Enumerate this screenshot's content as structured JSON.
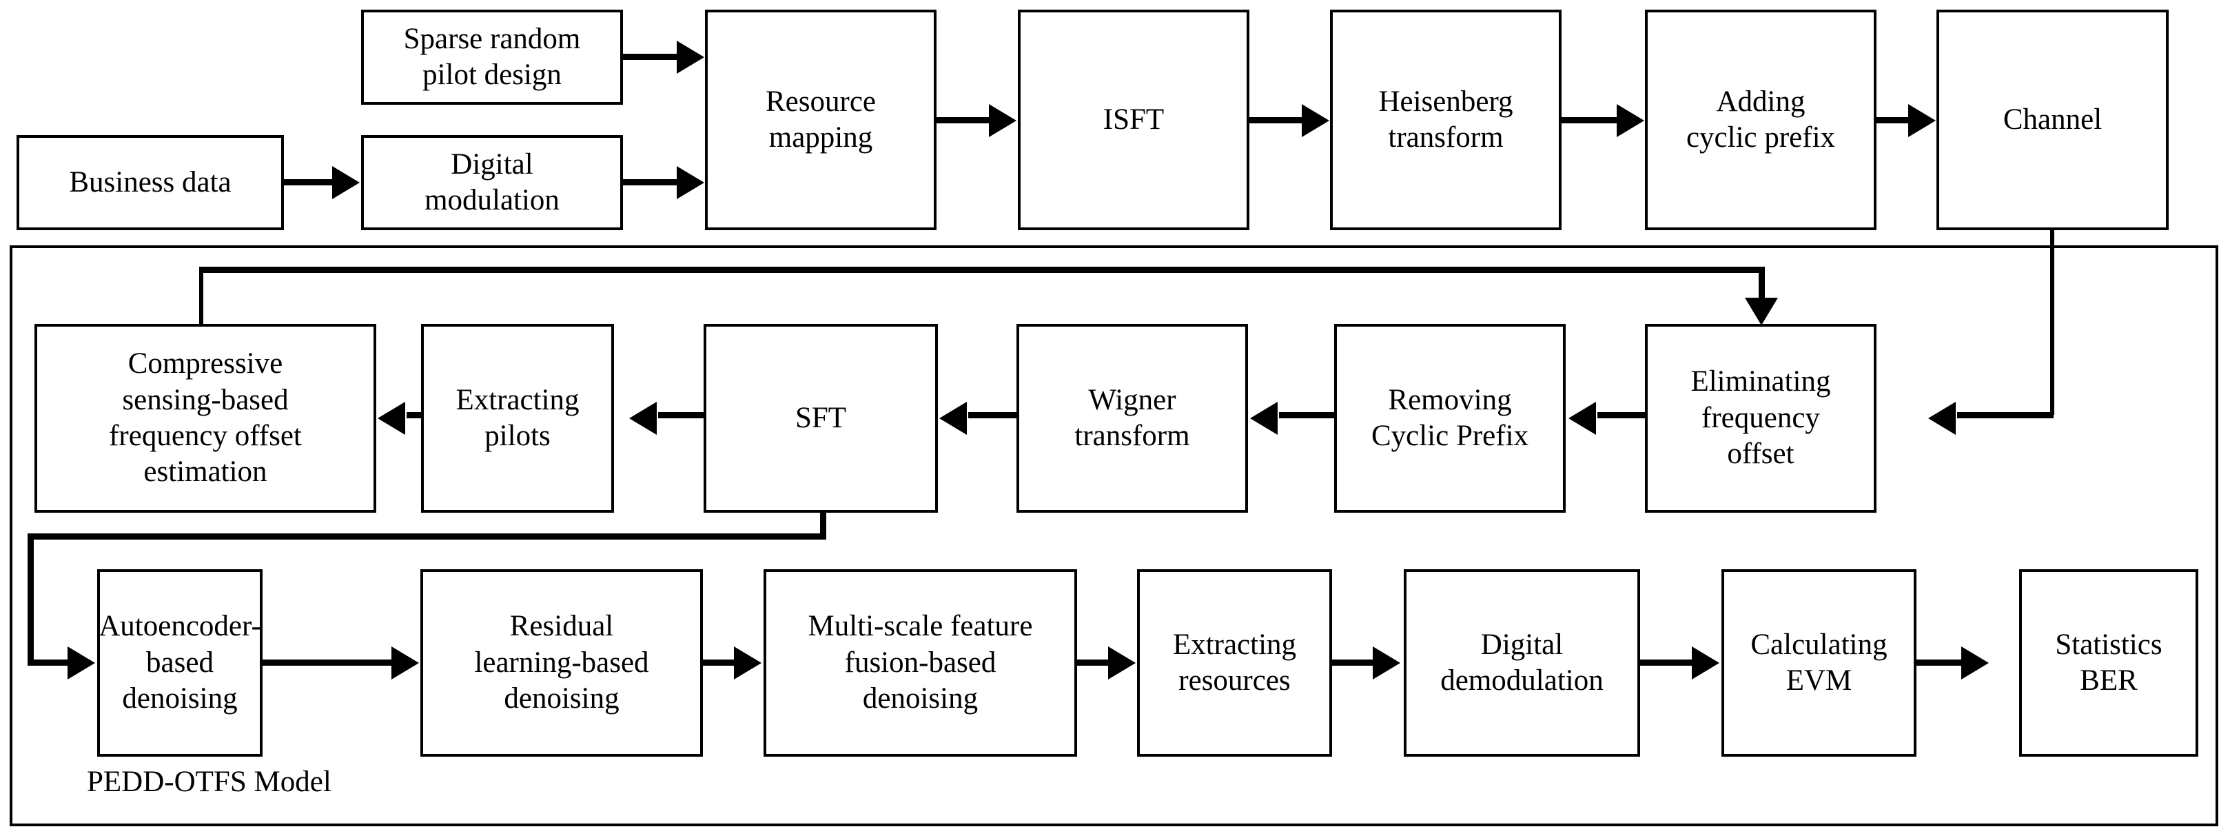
{
  "diagram": {
    "title": "PEDD-OTFS Model",
    "model_label": "PEDD-OTFS Model",
    "colors": {
      "stroke": "#000000",
      "fill": "#ffffff",
      "text": "#000000"
    },
    "rows": [
      {
        "name": "transmitter-chain",
        "blocks": [
          {
            "id": "business-data",
            "label": "Business data"
          },
          {
            "id": "sparse-random-pilot",
            "label": "Sparse random\npilot design"
          },
          {
            "id": "digital-modulation",
            "label": "Digital\nmodulation"
          },
          {
            "id": "resource-mapping",
            "label": "Resource\nmapping"
          },
          {
            "id": "isft",
            "label": "ISFT"
          },
          {
            "id": "heisenberg-transform",
            "label": "Heisenberg\ntransform"
          },
          {
            "id": "adding-cyclic-prefix",
            "label": "Adding\ncyclic prefix"
          },
          {
            "id": "channel",
            "label": "Channel"
          }
        ]
      },
      {
        "name": "receiver-chain",
        "blocks": [
          {
            "id": "compressive-sensing-freq-offset",
            "label": "Compressive\nsensing-based\nfrequency offset\nestimation"
          },
          {
            "id": "extracting-pilots",
            "label": "Extracting\npilots"
          },
          {
            "id": "sft",
            "label": "SFT"
          },
          {
            "id": "wigner-transform",
            "label": "Wigner\ntransform"
          },
          {
            "id": "removing-cyclic-prefix",
            "label": "Removing\nCyclic Prefix"
          },
          {
            "id": "eliminating-frequency-offset",
            "label": "Eliminating\nfrequency\noffset"
          }
        ]
      },
      {
        "name": "denoising-chain",
        "blocks": [
          {
            "id": "autoencoder-denoising",
            "label": "Autoencoder-\nbased denoising"
          },
          {
            "id": "residual-denoising",
            "label": "Residual\nlearning-based\ndenoising"
          },
          {
            "id": "multiscale-denoising",
            "label": "Multi-scale feature\nfusion-based\ndenoising"
          },
          {
            "id": "extracting-resources",
            "label": "Extracting\nresources"
          },
          {
            "id": "digital-demodulation",
            "label": "Digital\ndemodulation"
          },
          {
            "id": "calculating-evm",
            "label": "Calculating\nEVM"
          },
          {
            "id": "statistics-ber",
            "label": "Statistics\nBER"
          }
        ]
      }
    ],
    "connections": [
      {
        "from": "business-data",
        "to": "digital-modulation",
        "kind": "arrow-right"
      },
      {
        "from": "sparse-random-pilot",
        "to": "resource-mapping",
        "kind": "arrow-right"
      },
      {
        "from": "digital-modulation",
        "to": "resource-mapping",
        "kind": "arrow-right"
      },
      {
        "from": "resource-mapping",
        "to": "isft",
        "kind": "arrow-right"
      },
      {
        "from": "isft",
        "to": "heisenberg-transform",
        "kind": "arrow-right"
      },
      {
        "from": "heisenberg-transform",
        "to": "adding-cyclic-prefix",
        "kind": "arrow-right"
      },
      {
        "from": "adding-cyclic-prefix",
        "to": "channel",
        "kind": "arrow-right"
      },
      {
        "from": "channel",
        "to": "eliminating-frequency-offset",
        "kind": "routed-down-left-arrow-left"
      },
      {
        "from": "eliminating-frequency-offset",
        "to": "removing-cyclic-prefix",
        "kind": "arrow-left"
      },
      {
        "from": "removing-cyclic-prefix",
        "to": "wigner-transform",
        "kind": "arrow-left"
      },
      {
        "from": "wigner-transform",
        "to": "sft",
        "kind": "arrow-left"
      },
      {
        "from": "sft",
        "to": "extracting-pilots",
        "kind": "arrow-left"
      },
      {
        "from": "extracting-pilots",
        "to": "compressive-sensing-freq-offset",
        "kind": "arrow-left"
      },
      {
        "from": "compressive-sensing-freq-offset",
        "to": "eliminating-frequency-offset",
        "kind": "routed-up-right-arrow-down"
      },
      {
        "from": "sft",
        "to": "autoencoder-denoising",
        "kind": "routed-down-left-arrow-right"
      },
      {
        "from": "autoencoder-denoising",
        "to": "residual-denoising",
        "kind": "arrow-right"
      },
      {
        "from": "residual-denoising",
        "to": "multiscale-denoising",
        "kind": "arrow-right"
      },
      {
        "from": "multiscale-denoising",
        "to": "extracting-resources",
        "kind": "arrow-right"
      },
      {
        "from": "extracting-resources",
        "to": "digital-demodulation",
        "kind": "arrow-right"
      },
      {
        "from": "digital-demodulation",
        "to": "calculating-evm",
        "kind": "arrow-right"
      },
      {
        "from": "calculating-evm",
        "to": "statistics-ber",
        "kind": "arrow-right"
      }
    ]
  }
}
